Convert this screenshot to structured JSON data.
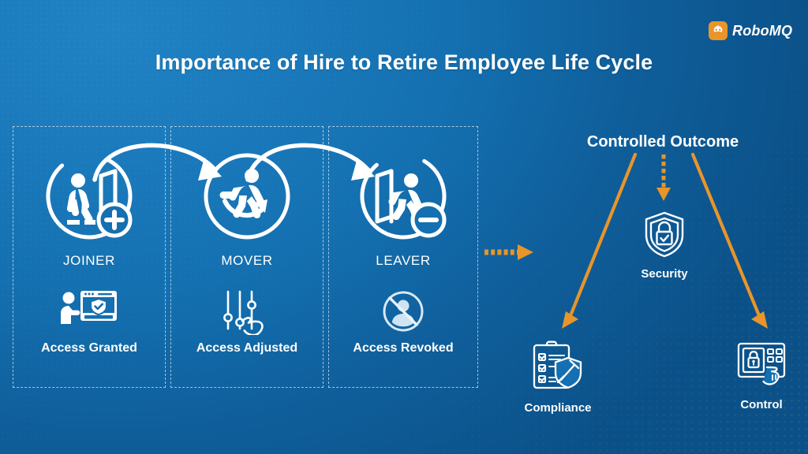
{
  "brand": {
    "name": "RoboMQ",
    "logo_icon": "robot-face-icon",
    "logo_bg": "#e8952a"
  },
  "title": "Importance of Hire to Retire Employee Life Cycle",
  "theme": {
    "background_light": "#2083c4",
    "background_dark": "#0b5189",
    "accent_orange": "#e8952a",
    "text": "#ffffff"
  },
  "lifecycle": {
    "stages": [
      {
        "role": "JOINER",
        "role_icon": "person-entering-door-plus-icon",
        "access": "Access Granted",
        "access_icon": "user-screen-shield-check-icon"
      },
      {
        "role": "MOVER",
        "role_icon": "person-running-cycle-arrow-icon",
        "access": "Access Adjusted",
        "access_icon": "sliders-hand-icon"
      },
      {
        "role": "LEAVER",
        "role_icon": "person-exiting-door-minus-icon",
        "access": "Access Revoked",
        "access_icon": "user-prohibited-icon"
      }
    ],
    "flow_arrow_icon": "curved-arrow-icon",
    "transition_arrow_icon": "dashed-right-arrow-icon"
  },
  "outcome": {
    "title": "Controlled Outcome",
    "branch_arrow_icon": "orange-arrow-icon",
    "nodes": [
      {
        "label": "Compliance",
        "icon": "clipboard-checklist-gavel-shield-icon"
      },
      {
        "label": "Security",
        "icon": "shield-lock-check-icon"
      },
      {
        "label": "Control",
        "icon": "keypad-lock-hand-icon"
      }
    ]
  }
}
